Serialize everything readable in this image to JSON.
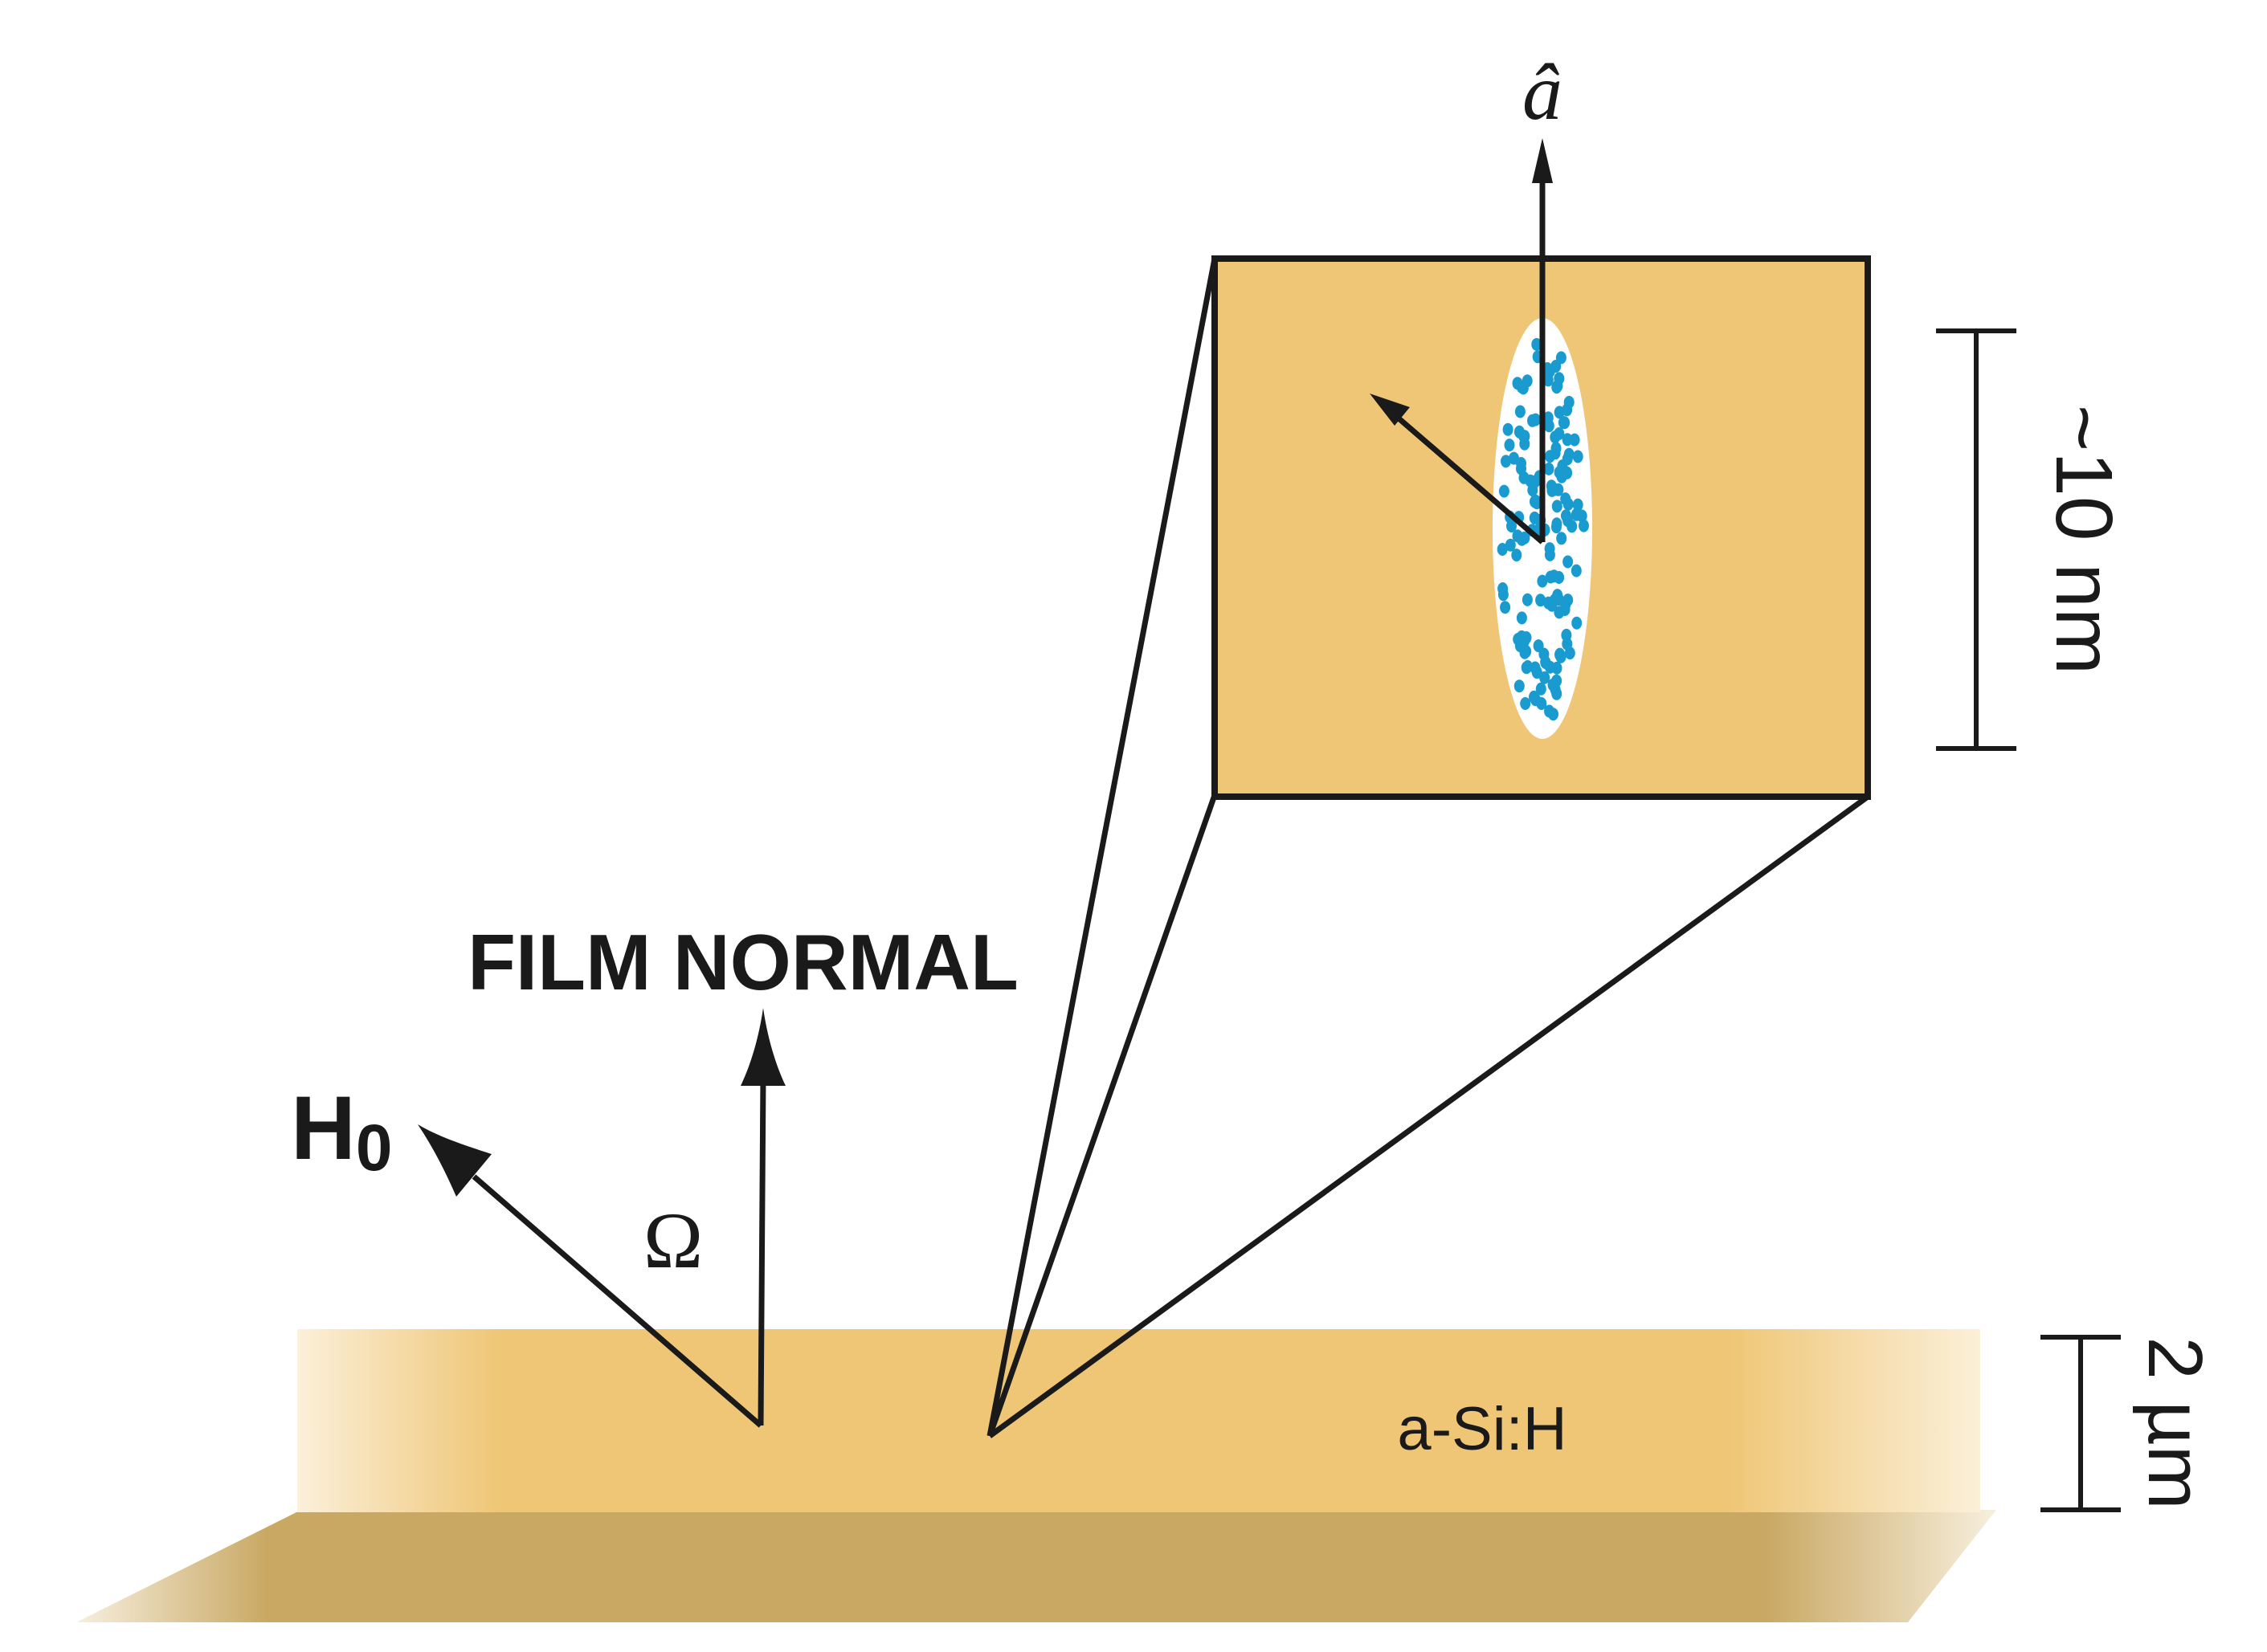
{
  "labels": {
    "axis_a_hat": "â",
    "scale_inset": "~10 nm",
    "film_normal": "FILM NORMAL",
    "field_symbol": "H",
    "field_subscript": "0",
    "angle_symbol": "Ω",
    "film_material": "a-Si:H",
    "scale_film": "2 µm"
  },
  "colors": {
    "film": "#efc676",
    "film_light": "#f9e6bf",
    "substrate": "#c9a863",
    "substrate_light": "#f2e6cb",
    "cluster_dots": "#1a9bd0",
    "line": "#1a1a1a",
    "ellipse": "#ffffff"
  },
  "icons": {
    "arrow_head": "filled-triangle-arrowhead",
    "scale_bar": "i-beam-scale-bar"
  }
}
